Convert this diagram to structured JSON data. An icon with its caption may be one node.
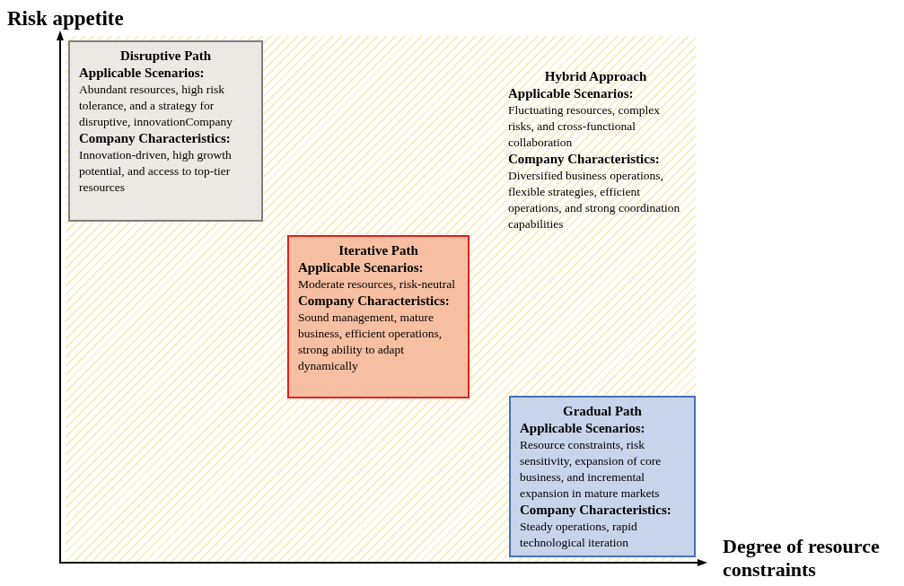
{
  "diagram": {
    "nodes": [
      {
        "text": [
          "Disruptive Path",
          "Applicable Scenarios:",
          "Abundant resources, high risk tolerance, and a strategy for disruptive, innovationCompany",
          "Company Characteristics:",
          "Innovation-driven, high growth potential, and access to top-tier resources"
        ]
      },
      {
        "text": [
          "Hybrid Approach",
          "Applicable Scenarios:",
          "Fluctuating resources, complex risks, and cross-functional collaboration",
          "Company Characteristics:",
          "Diversified business operations, flexible strategies, efficient operations, and strong coordination capabilities"
        ]
      },
      {
        "text": [
          "Iterative Path",
          "Applicable Scenarios:",
          "Moderate resources, risk-neutral",
          "Company Characteristics:",
          "Sound management, mature business, efficient operations, strong ability to adapt dynamically"
        ]
      },
      {
        "text": [
          "Gradual Path",
          "Applicable Scenarios:",
          "Resource constraints, risk sensitivity, expansion of core business, and incremental expansion in mature markets",
          "Company Characteristics:",
          "Steady operations, rapid technological iteration"
        ]
      }
    ],
    "labels": [
      "Risk appetite",
      "Degree of resource constraints"
    ]
  }
}
